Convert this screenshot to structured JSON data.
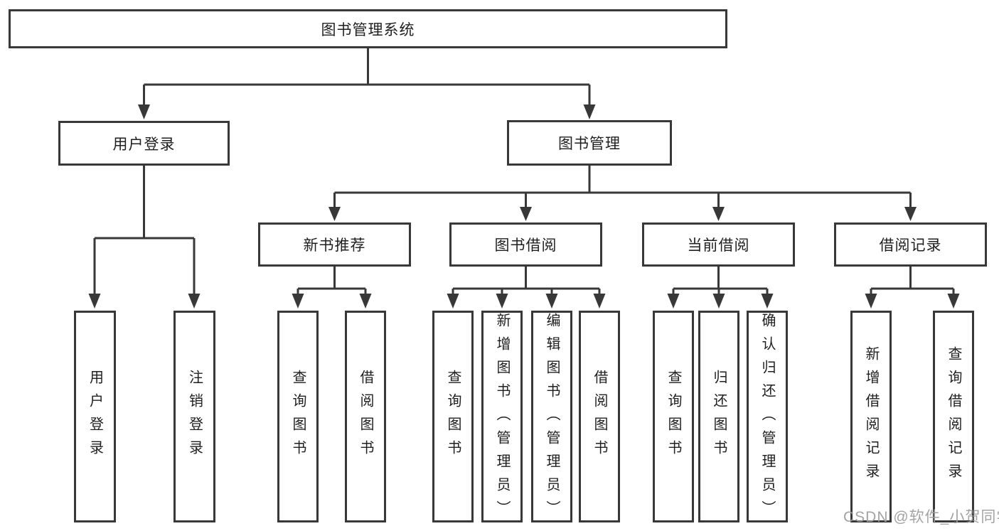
{
  "diagram": {
    "root_label": "图书管理系统",
    "level2": [
      {
        "label": "用户登录"
      },
      {
        "label": "图书管理"
      }
    ],
    "level3": [
      {
        "label": "新书推荐"
      },
      {
        "label": "图书借阅"
      },
      {
        "label": "当前借阅"
      },
      {
        "label": "借阅记录"
      }
    ],
    "groups": [
      {
        "parent": "用户登录",
        "items": [
          "用户登录",
          "注销登录"
        ]
      },
      {
        "parent": "新书推荐",
        "items": [
          "查询图书",
          "借阅图书"
        ]
      },
      {
        "parent": "图书借阅",
        "items": [
          "查询图书",
          "新增图书（管理员）",
          "编辑图书（管理员）",
          "借阅图书"
        ]
      },
      {
        "parent": "当前借阅",
        "items": [
          "查询图书",
          "归还图书",
          "确认归还（管理员）"
        ]
      },
      {
        "parent": "借阅记录",
        "items": [
          "新增借阅记录",
          "查询借阅记录"
        ]
      }
    ]
  },
  "watermark": "CSDN @软件_小贺同学",
  "colors": {
    "line": "#383838",
    "text": "#1f1f1f",
    "watermark": "#9e9e9e",
    "background": "#ffffff"
  }
}
